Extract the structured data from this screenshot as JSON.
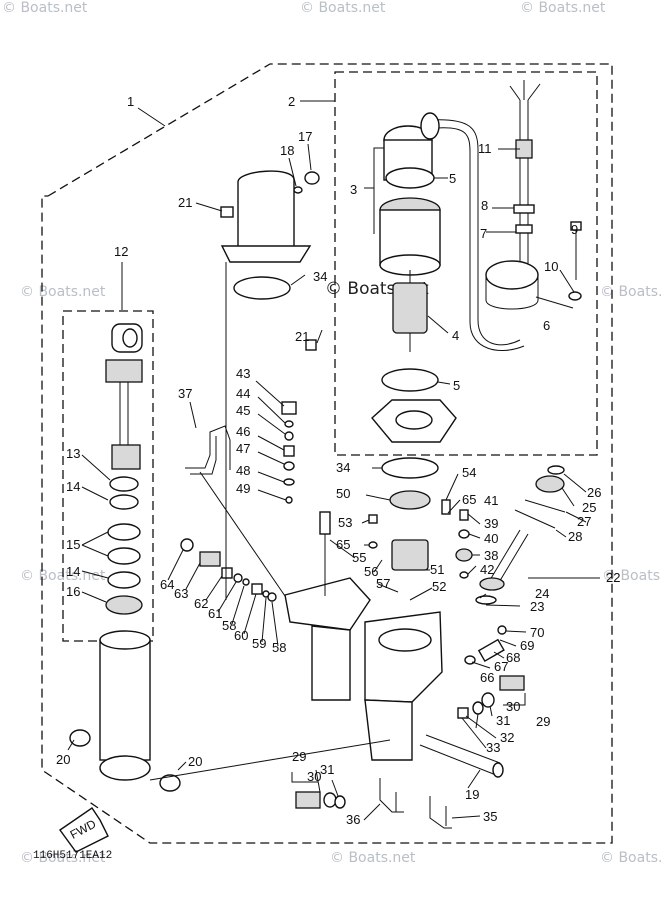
{
  "watermark": {
    "text": "© Boats.net",
    "center_text": "© Boats.net"
  },
  "diagram_code": "116H5171EA12",
  "fwd_label": "FWD",
  "part_numbers": [
    "1",
    "2",
    "3",
    "4",
    "5",
    "5",
    "6",
    "7",
    "8",
    "9",
    "10",
    "11",
    "12",
    "13",
    "14",
    "14",
    "15",
    "16",
    "17",
    "18",
    "19",
    "20",
    "20",
    "21",
    "21",
    "22",
    "23",
    "24",
    "25",
    "26",
    "27",
    "28",
    "29",
    "29",
    "30",
    "30",
    "31",
    "31",
    "32",
    "33",
    "34",
    "34",
    "35",
    "36",
    "37",
    "38",
    "39",
    "40",
    "41",
    "42",
    "43",
    "44",
    "45",
    "46",
    "47",
    "48",
    "49",
    "50",
    "51",
    "52",
    "53",
    "54",
    "55",
    "56",
    "57",
    "58",
    "58",
    "59",
    "60",
    "61",
    "62",
    "63",
    "64",
    "65",
    "65",
    "66",
    "67",
    "68",
    "69",
    "70"
  ]
}
